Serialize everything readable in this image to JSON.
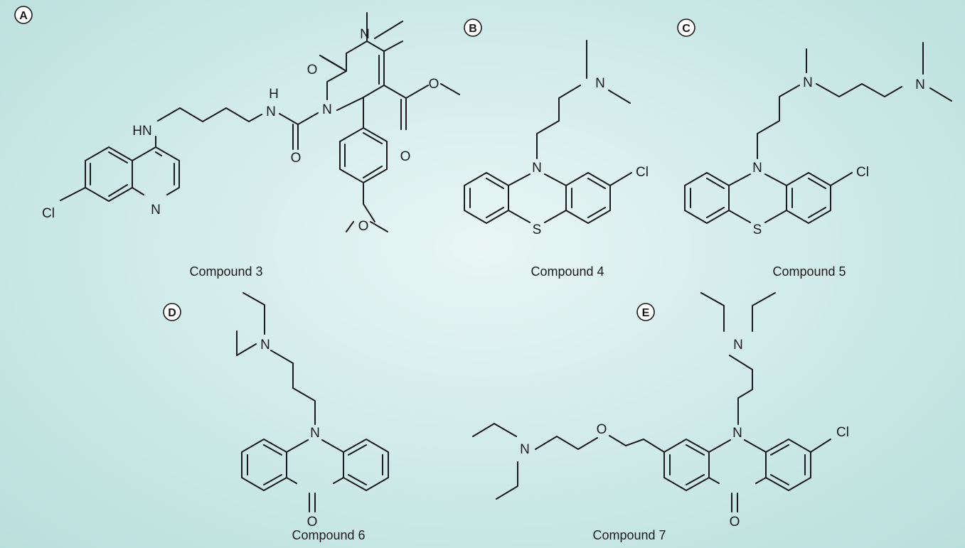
{
  "panels": [
    {
      "badge": "A",
      "caption": "Compound 3",
      "atoms": {
        "hn": "HN",
        "n_ring": "N",
        "cl": "Cl",
        "h": "H",
        "n_amide": "N",
        "n_ring2": "N",
        "n_top": "N",
        "o_urea": "O",
        "o_ring": "O",
        "o_ester1": "O",
        "o_ester2": "O",
        "o_methoxy": "O"
      }
    },
    {
      "badge": "B",
      "caption": "Compound 4",
      "atoms": {
        "n_amine": "N",
        "n_ring": "N",
        "s": "S",
        "cl": "Cl"
      }
    },
    {
      "badge": "C",
      "caption": "Compound 5",
      "atoms": {
        "n_amine1": "N",
        "n_amine2": "N",
        "n_ring": "N",
        "s": "S",
        "cl": "Cl"
      }
    },
    {
      "badge": "D",
      "caption": "Compound 6",
      "atoms": {
        "n_amine": "N",
        "n_ring": "N",
        "o": "O"
      }
    },
    {
      "badge": "E",
      "caption": "Compound 7",
      "atoms": {
        "n_amine1": "N",
        "n_amine2": "N",
        "n_ring": "N",
        "o_ether": "O",
        "o": "O",
        "cl": "Cl"
      }
    }
  ]
}
